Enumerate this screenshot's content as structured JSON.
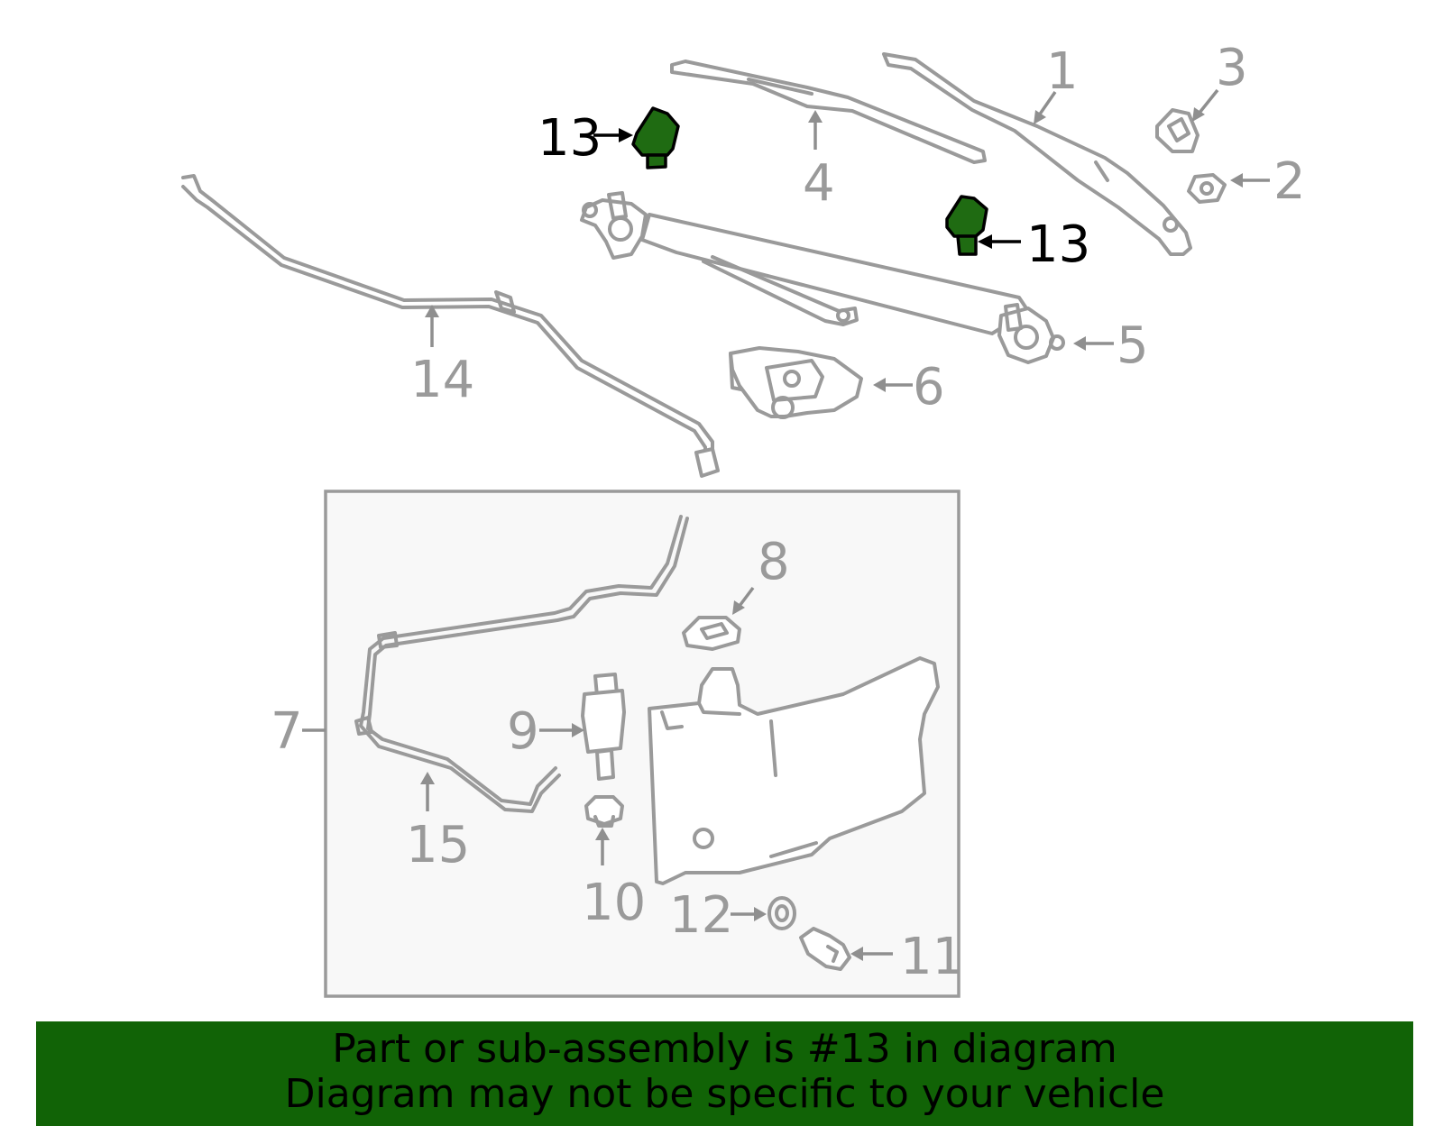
{
  "callouts": {
    "c1": "1",
    "c2": "2",
    "c3": "3",
    "c4": "4",
    "c5": "5",
    "c6": "6",
    "c7": "7",
    "c8": "8",
    "c9": "9",
    "c10": "10",
    "c11": "11",
    "c12": "12",
    "c13": "13",
    "c14": "14",
    "c15": "15"
  },
  "highlighted_part": "13",
  "colors": {
    "highlight": "#1f6b12",
    "footer_bg": "#116306",
    "line": "#9a9a9a"
  },
  "footer": {
    "line1": "Part or sub-assembly is #13 in diagram",
    "line2": "Diagram may not be specific to your vehicle"
  }
}
